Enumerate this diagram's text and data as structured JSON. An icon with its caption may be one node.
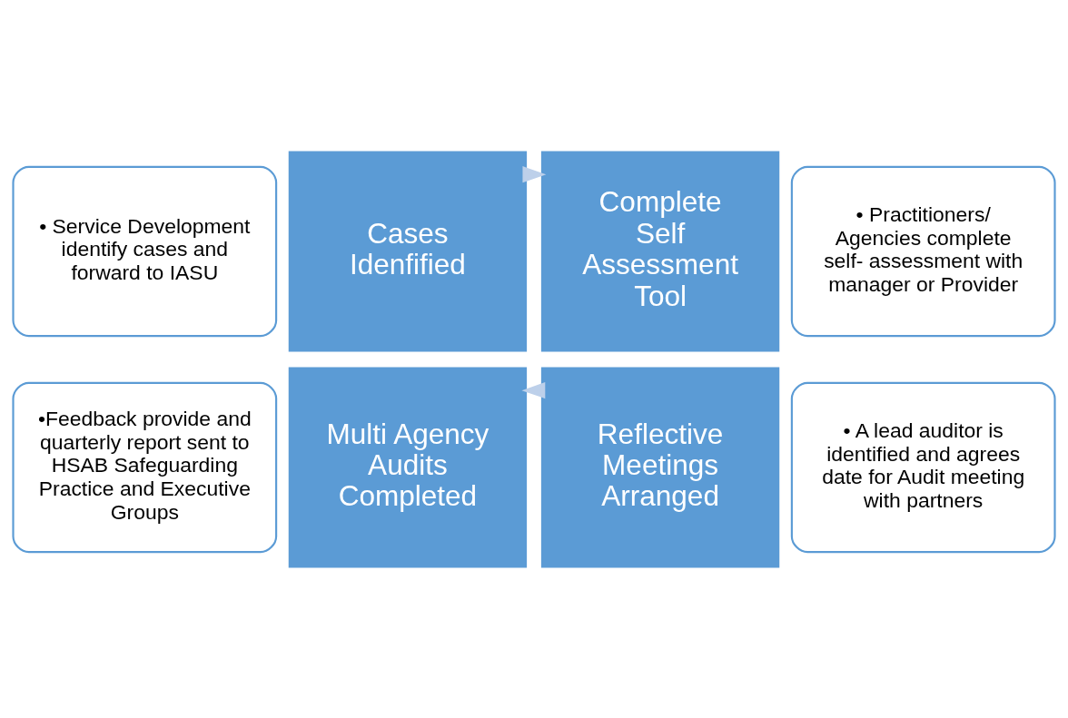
{
  "diagram": {
    "nodes": [
      {
        "text": [
          "• Service Development identify cases and forward to IASU"
        ]
      },
      {
        "text": [
          "• Practitioners/ Agencies complete self- assessment with manager or Provider"
        ]
      },
      {
        "text": [
          "Cases Idenfified"
        ]
      },
      {
        "text": [
          "Complete Self Assessment Tool"
        ]
      },
      {
        "text": [
          "Multi Agency Audits Completed"
        ]
      },
      {
        "text": [
          "Reflective Meetings Arranged"
        ]
      },
      {
        "text": [
          "•Feedback provide and quarterly report sent to HSAB Safeguarding Practice and Executive Groups"
        ]
      },
      {
        "text": [
          "• A lead auditor is identified and agrees date for Audit meeting with partners"
        ]
      }
    ],
    "edges": [
      {
        "from": 2,
        "to": 3,
        "arrow": "to"
      },
      {
        "from": 5,
        "to": 4,
        "arrow": "to"
      }
    ]
  }
}
